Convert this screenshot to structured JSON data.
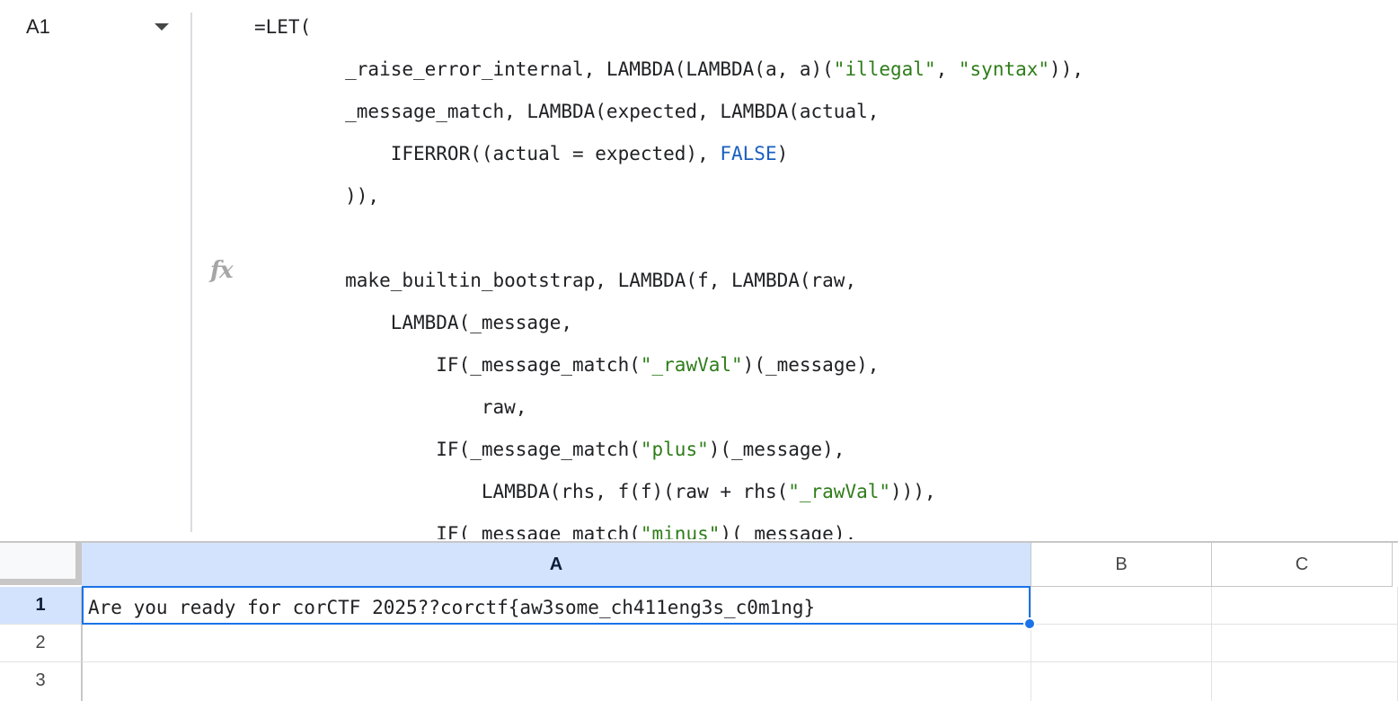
{
  "name_box": {
    "cell_ref": "A1"
  },
  "formula_bar": {
    "icon": "fx-icon",
    "icon_glyph": "fx",
    "lines": [
      [
        {
          "t": "=LET("
        }
      ],
      [
        {
          "t": "        _raise_error_internal, LAMBDA(LAMBDA(a, a)("
        },
        {
          "t": "\"illegal\"",
          "c": "str"
        },
        {
          "t": ", "
        },
        {
          "t": "\"syntax\"",
          "c": "str"
        },
        {
          "t": ")),"
        }
      ],
      [
        {
          "t": "        _message_match, LAMBDA(expected, LAMBDA(actual,"
        }
      ],
      [
        {
          "t": "            IFERROR((actual = expected), "
        },
        {
          "t": "FALSE",
          "c": "bool"
        },
        {
          "t": ")"
        }
      ],
      [
        {
          "t": "        )),"
        }
      ],
      [
        {
          "t": ""
        }
      ],
      [
        {
          "t": "        make_builtin_bootstrap, LAMBDA(f, LAMBDA(raw,"
        }
      ],
      [
        {
          "t": "            LAMBDA(_message,"
        }
      ],
      [
        {
          "t": "                IF(_message_match("
        },
        {
          "t": "\"_rawVal\"",
          "c": "str"
        },
        {
          "t": ")(_message),"
        }
      ],
      [
        {
          "t": "                    raw,"
        }
      ],
      [
        {
          "t": "                IF(_message_match("
        },
        {
          "t": "\"plus\"",
          "c": "str"
        },
        {
          "t": ")(_message),"
        }
      ],
      [
        {
          "t": "                    LAMBDA(rhs, f(f)(raw + rhs("
        },
        {
          "t": "\"_rawVal\"",
          "c": "str"
        },
        {
          "t": "))),"
        }
      ],
      [
        {
          "t": "                IF(_message_match("
        },
        {
          "t": "\"minus\"",
          "c": "str"
        },
        {
          "t": ")(_message),"
        }
      ]
    ]
  },
  "grid": {
    "columns": [
      "A",
      "B",
      "C"
    ],
    "rows": [
      "1",
      "2",
      "3"
    ],
    "selected_column": "A",
    "selected_row": "1",
    "cells": {
      "A1": "Are you ready for corCTF 2025??corctf{aw3some_ch411eng3s_c0m1ng}"
    }
  },
  "colors": {
    "string": "#2e7d1a",
    "boolean": "#1a5fbf",
    "selection": "#1a73e8",
    "header_selected_bg": "#d3e3fd"
  }
}
